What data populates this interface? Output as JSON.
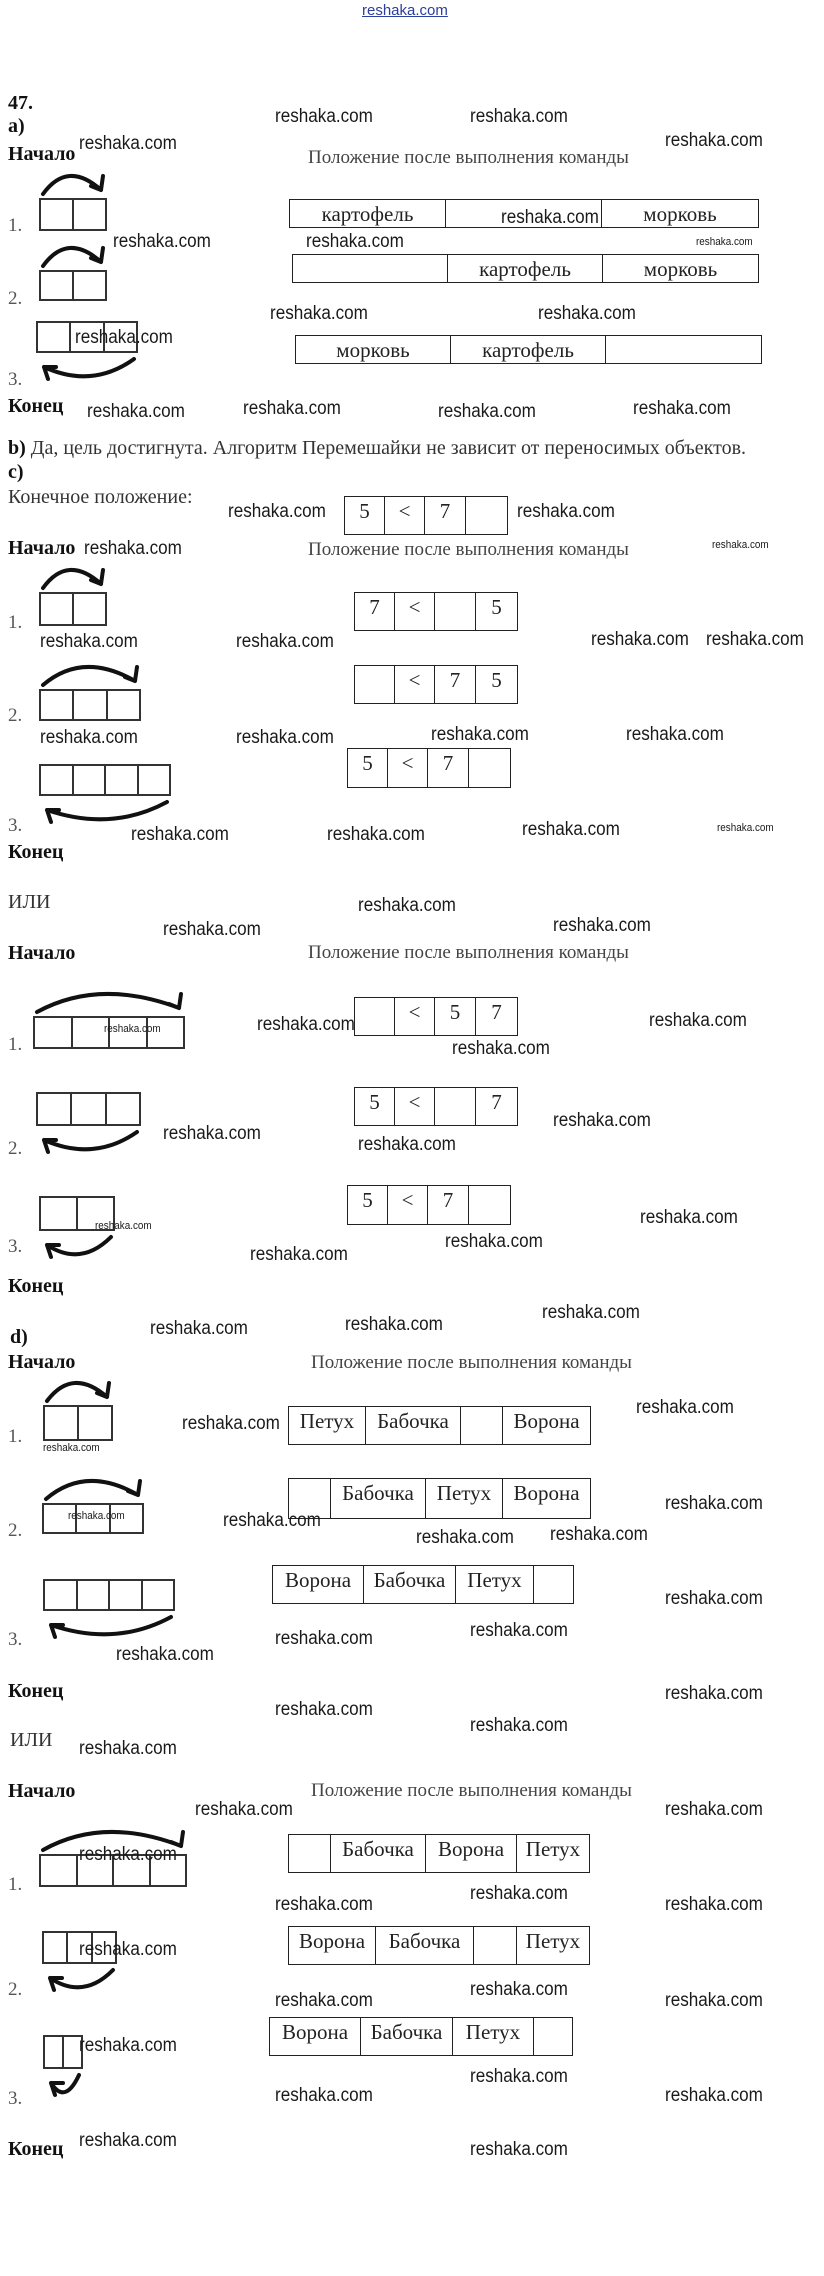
{
  "site_link": "reshaka.com",
  "watermark": "reshaka.com",
  "problem_number": "47.",
  "part_a": {
    "label": "a)",
    "start": "Начало",
    "header": "Положение после выполнения команды",
    "end": "Конец",
    "steps": [
      {
        "n": "1.",
        "cells": [
          "картофель",
          "",
          "морковь"
        ]
      },
      {
        "n": "2.",
        "cells": [
          "",
          "картофель",
          "морковь"
        ]
      },
      {
        "n": "3.",
        "cells": [
          "морковь",
          "картофель",
          ""
        ]
      }
    ]
  },
  "part_b": {
    "label": "b)",
    "text": "Да, цель достигнута. Алгоритм Перемешайки не зависит от переносимых объектов."
  },
  "part_c": {
    "label": "c)",
    "final_label": "Конечное положение:",
    "final_cells": [
      "5",
      "<",
      "7",
      ""
    ],
    "variant1": {
      "start": "Начало",
      "header": "Положение после выполнения команды",
      "end": "Конец",
      "steps": [
        {
          "n": "1.",
          "cells": [
            "7",
            "<",
            "",
            "5"
          ]
        },
        {
          "n": "2.",
          "cells": [
            "",
            "<",
            "7",
            "5"
          ]
        },
        {
          "n": "3.",
          "cells": [
            "5",
            "<",
            "7",
            ""
          ]
        }
      ]
    },
    "or": "ИЛИ",
    "variant2": {
      "start": "Начало",
      "header": "Положение после выполнения команды",
      "end": "Конец",
      "steps": [
        {
          "n": "1.",
          "cells": [
            "",
            "<",
            "5",
            "7"
          ]
        },
        {
          "n": "2.",
          "cells": [
            "5",
            "<",
            "",
            "7"
          ]
        },
        {
          "n": "3.",
          "cells": [
            "5",
            "<",
            "7",
            ""
          ]
        }
      ]
    }
  },
  "part_d": {
    "label": "d)",
    "variant1": {
      "start": "Начало",
      "header": "Положение после выполнения команды",
      "end": "Конец",
      "steps": [
        {
          "n": "1.",
          "cells": [
            "Петух",
            "Бабочка",
            "",
            "Ворона"
          ]
        },
        {
          "n": "2.",
          "cells": [
            "",
            "Бабочка",
            "Петух",
            "Ворона"
          ]
        },
        {
          "n": "3.",
          "cells": [
            "Ворона",
            "Бабочка",
            "Петух",
            ""
          ]
        }
      ]
    },
    "or": "ИЛИ",
    "variant2": {
      "start": "Начало",
      "header": "Положение после выполнения команды",
      "end": "Конец",
      "steps": [
        {
          "n": "1.",
          "cells": [
            "",
            "Бабочка",
            "Ворона",
            "Петух"
          ]
        },
        {
          "n": "2.",
          "cells": [
            "Ворона",
            "Бабочка",
            "",
            "Петух"
          ]
        },
        {
          "n": "3.",
          "cells": [
            "Ворона",
            "Бабочка",
            "Петух",
            ""
          ]
        }
      ]
    }
  }
}
